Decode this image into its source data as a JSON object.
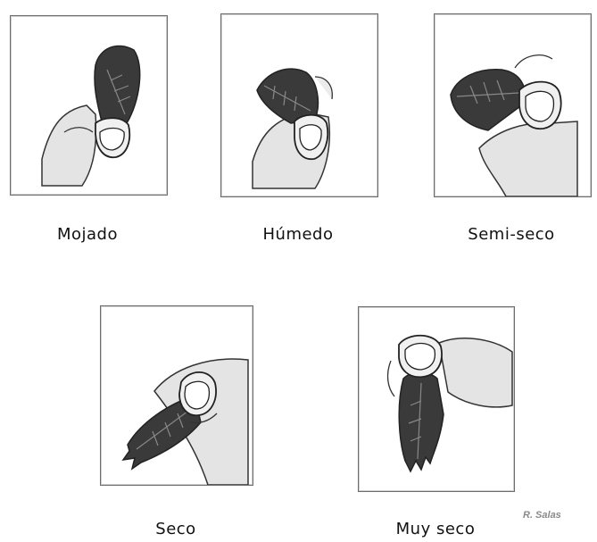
{
  "panels": [
    {
      "label": "Mojado"
    },
    {
      "label": "Húmedo"
    },
    {
      "label": "Semi-seco"
    },
    {
      "label": "Seco"
    },
    {
      "label": "Muy seco"
    }
  ],
  "credit": "R. Salas"
}
